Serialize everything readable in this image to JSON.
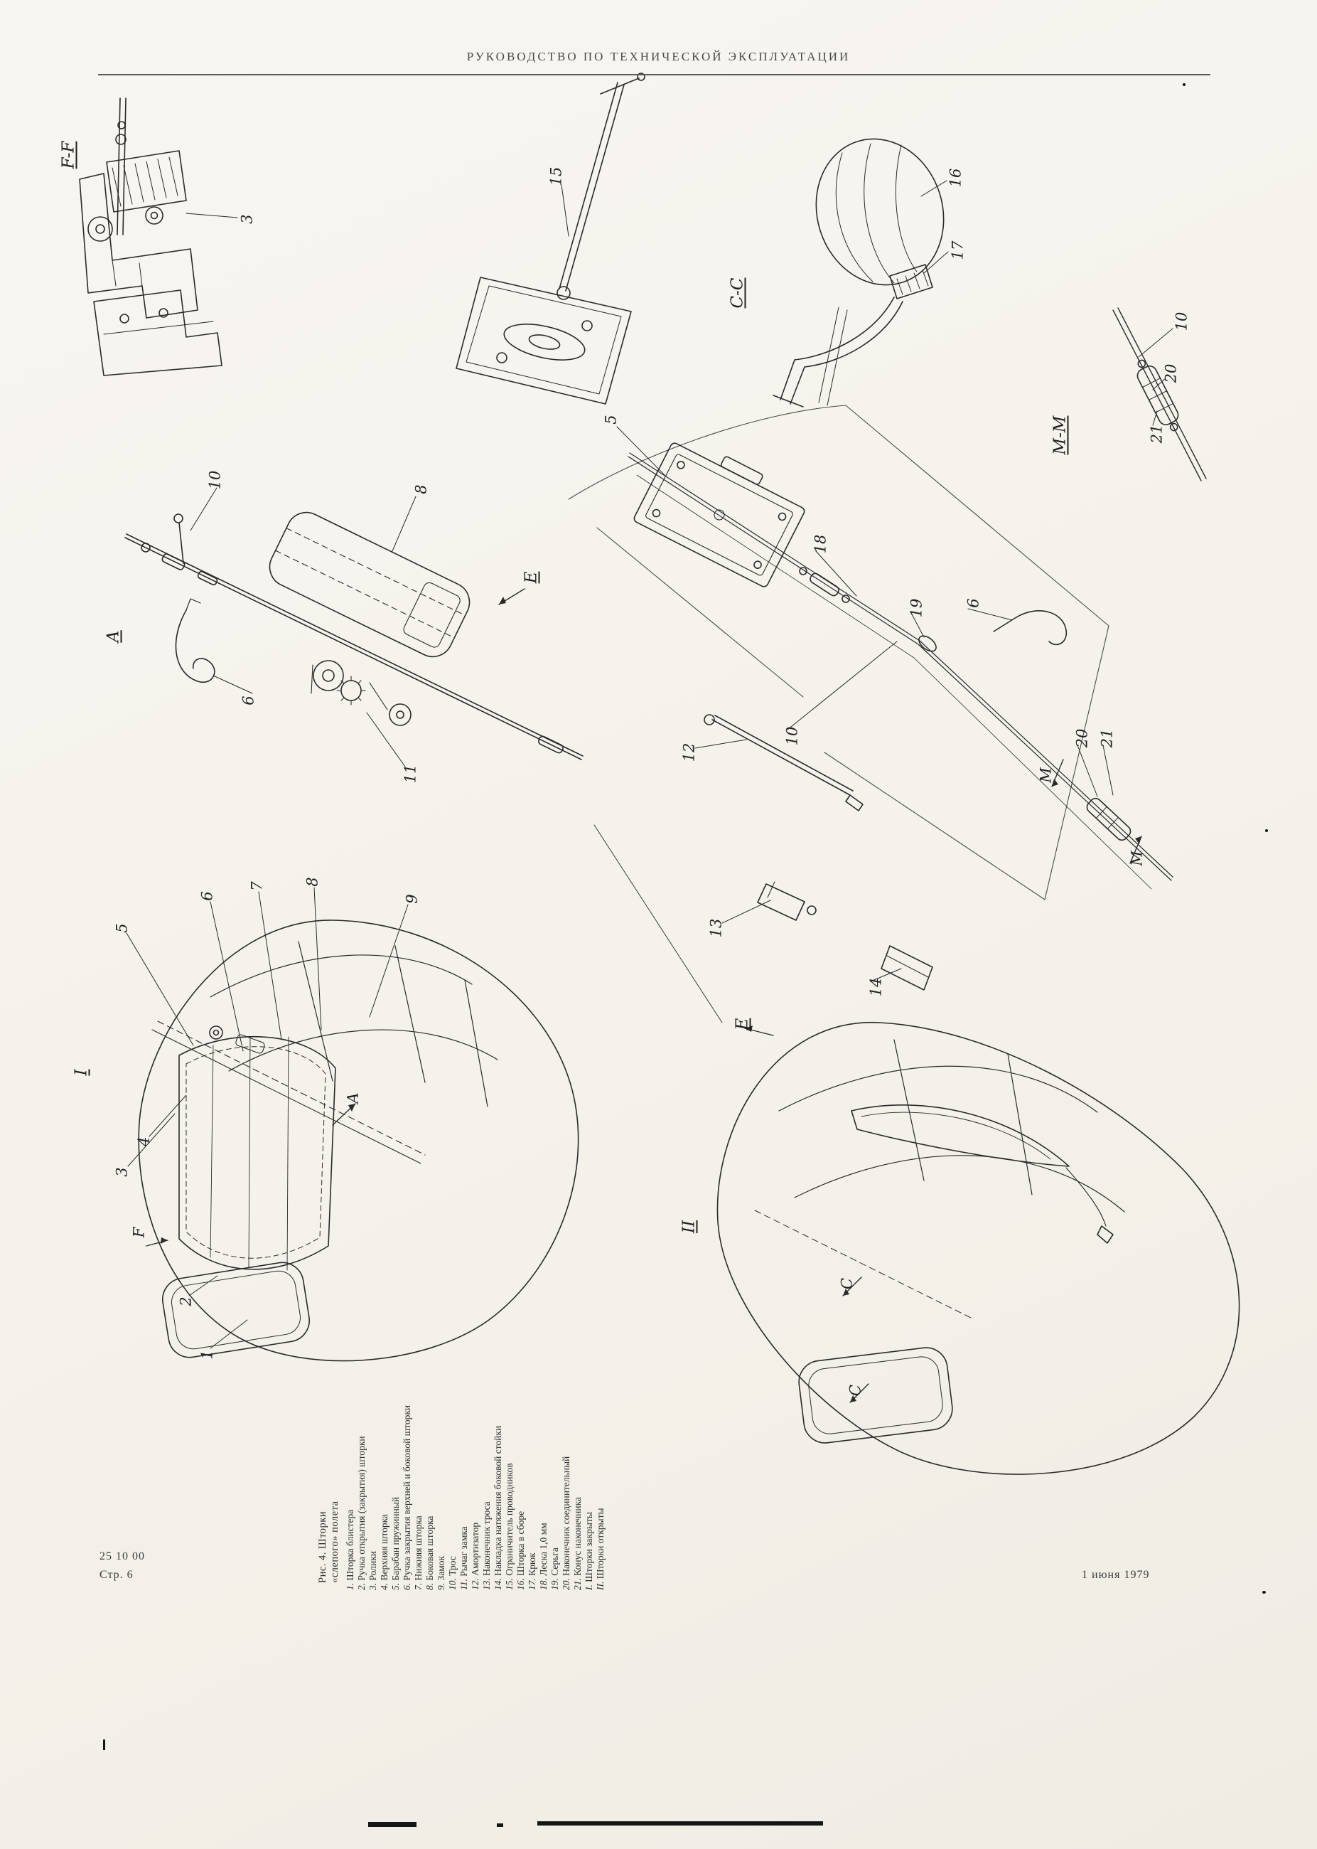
{
  "page": {
    "header": "РУКОВОДСТВО ПО ТЕХНИЧЕСКОЙ ЭКСПЛУАТАЦИИ",
    "footer": {
      "code": "25 10 00",
      "page_label": "Стр. 6",
      "date": "1 июня 1979"
    }
  },
  "figure": {
    "view_labels": {
      "ff": "F-F",
      "cc": "C-C",
      "mm": "M-M",
      "view_a": "А",
      "view_e_mid": "Е",
      "view_e_bottom": "Е",
      "view_1": "I",
      "view_2": "II",
      "m_arrow_1": "М",
      "m_arrow_2": "М",
      "c_arrow_1": "С",
      "c_arrow_2": "С",
      "f_arrow": "F",
      "a_arrow": "А"
    },
    "callouts": {
      "ff_3": "3",
      "mid_15": "15",
      "cc_16": "16",
      "cc_17": "17",
      "mm_10": "10",
      "mm_20": "20",
      "mm_21": "21",
      "a_10": "10",
      "a_8": "8",
      "a_6": "6",
      "a_11": "11",
      "e_5": "5",
      "e_18": "18",
      "e_19": "19",
      "e_6": "6",
      "e_10": "10",
      "e_12": "12",
      "e_13": "13",
      "e_14": "14",
      "e_20": "20",
      "e_21": "21",
      "v1_5": "5",
      "v1_6": "6",
      "v1_7": "7",
      "v1_8": "8",
      "v1_9": "9",
      "v1_4": "4",
      "v1_3": "3",
      "v1_2": "2",
      "v1_1": "1"
    }
  },
  "legend": {
    "title_line1": "Рис. 4. Шторки",
    "title_line2": "«слепого» полета",
    "items": [
      {
        "n": "1.",
        "t": "Шторка блистера"
      },
      {
        "n": "2.",
        "t": "Ручка открытия (закрытия) шторки"
      },
      {
        "n": "3.",
        "t": "Ролики"
      },
      {
        "n": "4.",
        "t": "Верхняя шторка"
      },
      {
        "n": "5.",
        "t": "Барабан пружинный"
      },
      {
        "n": "6.",
        "t": "Ручка закрытия верхней и боковой шторки"
      },
      {
        "n": "7.",
        "t": "Нижняя шторка"
      },
      {
        "n": "8.",
        "t": "Боковая шторка"
      },
      {
        "n": "9.",
        "t": "Замок"
      },
      {
        "n": "10.",
        "t": "Трос"
      },
      {
        "n": "11.",
        "t": "Рычаг замка"
      },
      {
        "n": "12.",
        "t": "Амортизатор"
      },
      {
        "n": "13.",
        "t": "Наконечник троса"
      },
      {
        "n": "14.",
        "t": "Накладка натяжения боковой стойки"
      },
      {
        "n": "15.",
        "t": "Ограничитель проводников"
      },
      {
        "n": "16.",
        "t": "Шторка в сборе"
      },
      {
        "n": "17.",
        "t": "Крюк"
      },
      {
        "n": "18.",
        "t": "Леска 1,0 мм"
      },
      {
        "n": "19.",
        "t": "Серьга"
      },
      {
        "n": "20.",
        "t": "Наконечник соединительный"
      },
      {
        "n": "21.",
        "t": "Конус наконечника"
      },
      {
        "n": "I.",
        "t": "Шторки закрыты"
      },
      {
        "n": "II.",
        "t": "Шторки открыты"
      }
    ]
  }
}
